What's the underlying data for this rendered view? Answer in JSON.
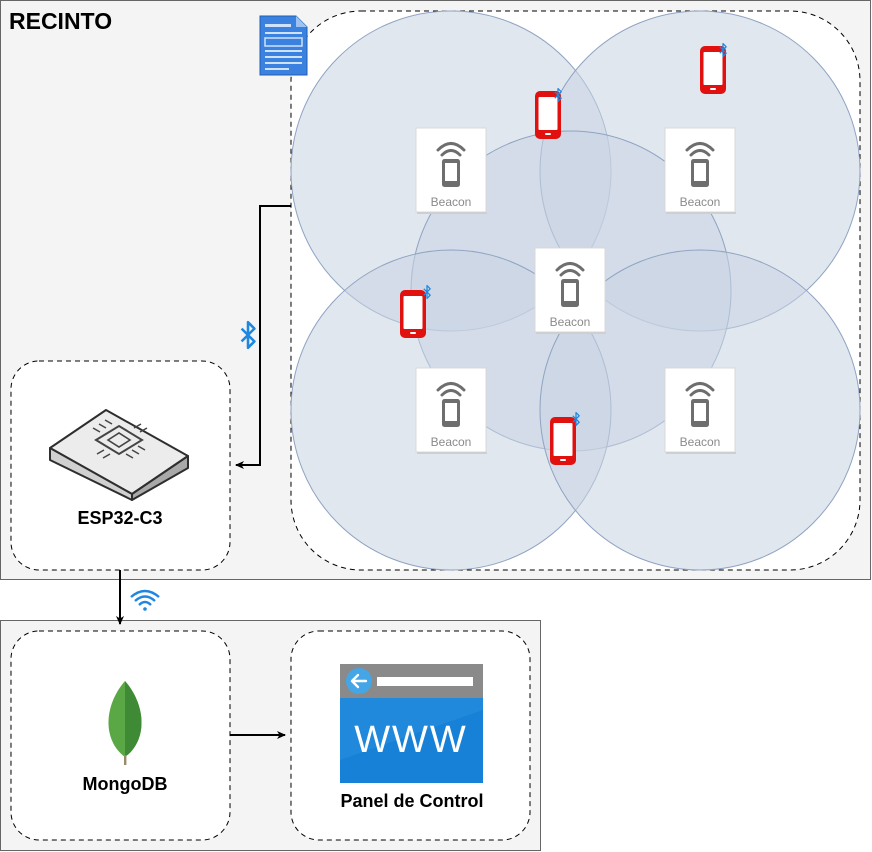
{
  "enclosure": {
    "title": "RECINTO"
  },
  "beacon_label": "Beacon",
  "beacons": [
    {
      "label": "Beacon"
    },
    {
      "label": "Beacon"
    },
    {
      "label": "Beacon"
    },
    {
      "label": "Beacon"
    },
    {
      "label": "Beacon"
    }
  ],
  "esp32": {
    "label": "ESP32-C3"
  },
  "mongodb": {
    "label": "MongoDB"
  },
  "panel": {
    "label": "Panel de Control",
    "browser_text": "WWW"
  },
  "icons": {
    "bluetooth": "bluetooth-icon",
    "wifi": "wifi-icon",
    "phone": "phone-icon",
    "document": "document-icon",
    "leaf": "mongodb-leaf-icon",
    "browser": "browser-www-icon",
    "chip": "microcontroller-icon"
  },
  "colors": {
    "coverage_fill": "#c9d3e2",
    "coverage_stroke": "#8fa3c2",
    "phone_red": "#e0110e",
    "bluetooth_blue": "#1f87e0",
    "wifi_blue": "#1f87e0",
    "browser_blue": "#0072c6",
    "browser_gray": "#8a8a8a",
    "mongo_green": "#4fa53f",
    "section_bg": "#f4f4f4"
  }
}
